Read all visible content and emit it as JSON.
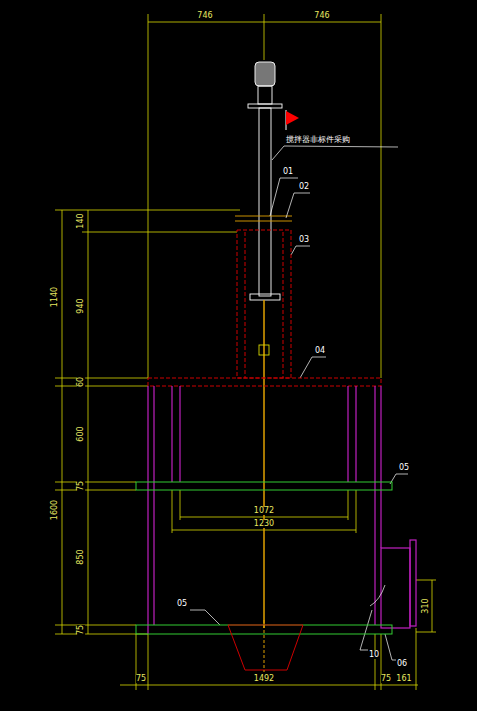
{
  "diagram": {
    "labels": [
      "746",
      "746",
      "搅拌器非标件采购",
      "01",
      "02",
      "03",
      "140",
      "940",
      "1140",
      "60",
      "04",
      "600",
      "05",
      "75",
      "1072",
      "1230",
      "1600",
      "850",
      "310",
      "05",
      "75",
      "10",
      "06",
      "1492",
      "75",
      "75",
      "161"
    ]
  }
}
